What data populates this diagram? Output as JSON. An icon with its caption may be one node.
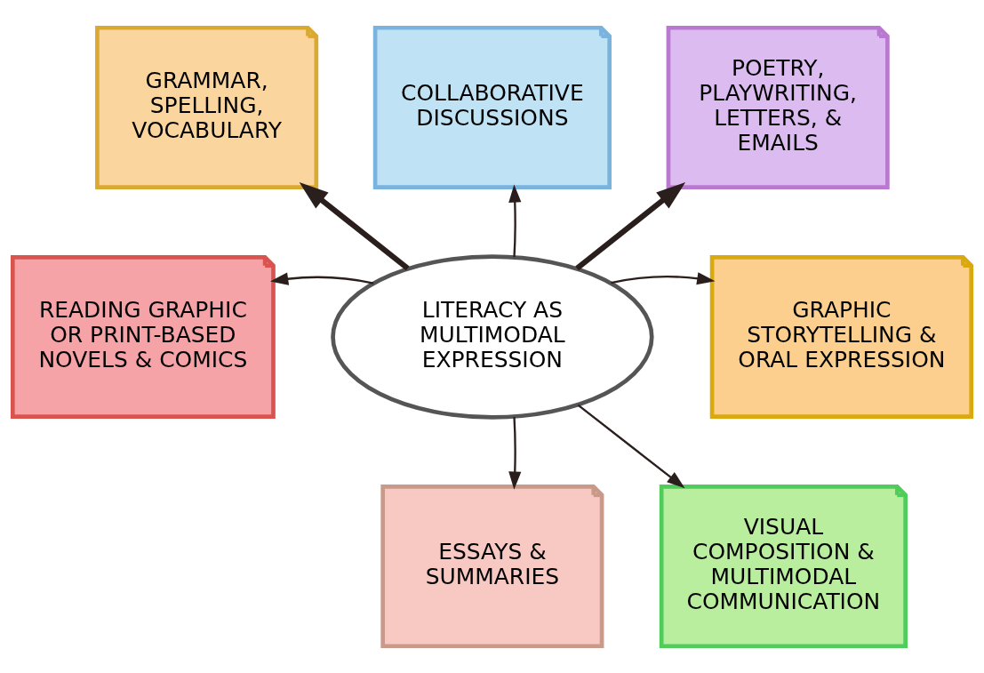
{
  "diagram": {
    "nodes": [
      {
        "text": [
          "GRAMMAR, SPELLING, VOCABULARY"
        ]
      },
      {
        "text": [
          "COLLABORATIVE DISCUSSIONS"
        ]
      },
      {
        "text": [
          "POETRY, PLAYWRITING, LETTERS, & EMAILS"
        ]
      },
      {
        "text": [
          "READING GRAPHIC OR PRINT-BASED NOVELS & COMICS"
        ]
      },
      {
        "text": [
          "LITERACY AS MULTIMODAL EXPRESSION"
        ]
      },
      {
        "text": [
          "GRAPHIC STORYTELLING & ORAL EXPRESSION"
        ]
      },
      {
        "text": [
          "VISUAL COMPOSITION & MULTIMODAL COMMUNICATION"
        ]
      },
      {
        "text": [
          "ESSAYS & SUMMARIES"
        ]
      }
    ],
    "edges": [
      {
        "from": 4,
        "to": 0,
        "arrow": "to",
        "style": "thick"
      },
      {
        "from": 4,
        "to": 1,
        "arrow": "to"
      },
      {
        "from": 4,
        "to": 2,
        "arrow": "to",
        "style": "thick"
      },
      {
        "from": 4,
        "to": 3,
        "arrow": "to"
      },
      {
        "from": 4,
        "to": 5,
        "arrow": "to"
      },
      {
        "from": 4,
        "to": 6,
        "arrow": "to"
      },
      {
        "from": 4,
        "to": 7,
        "arrow": "to"
      }
    ]
  }
}
